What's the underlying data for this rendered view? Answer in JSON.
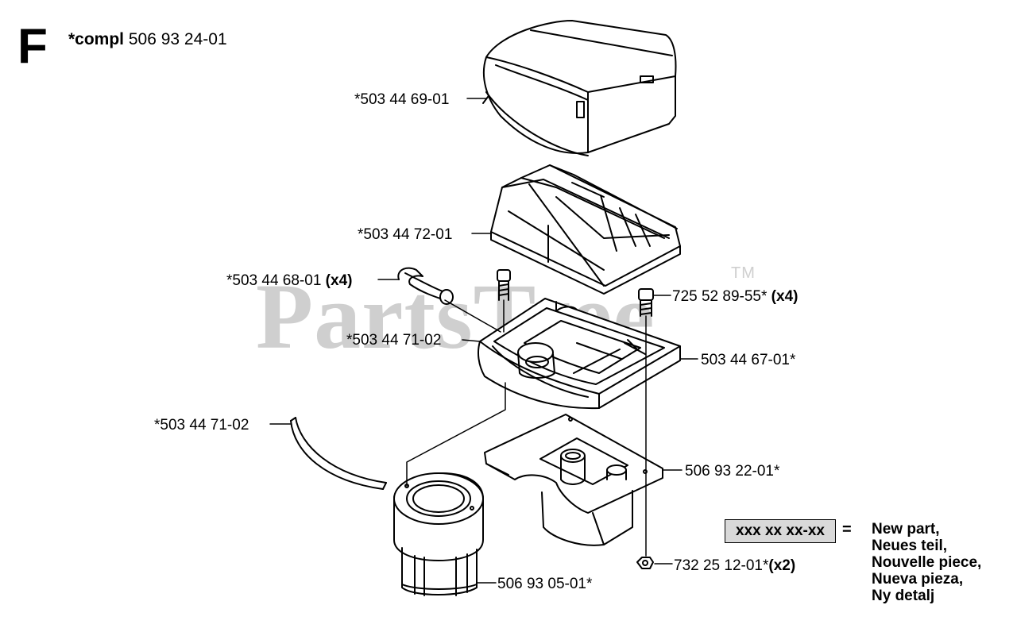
{
  "section": "F",
  "compl": {
    "prefix": "*compl",
    "number": "506 93 24-01"
  },
  "watermark": {
    "text": "PartsTree",
    "tm": "TM"
  },
  "labels": [
    {
      "id": "cover",
      "text": "*503 44 69-01",
      "qty": ""
    },
    {
      "id": "filter",
      "text": "*503 44 72-01",
      "qty": ""
    },
    {
      "id": "clip",
      "text": "*503 44 68-01 ",
      "qty": "(x4)"
    },
    {
      "id": "screw",
      "text": "725 52 89-55* ",
      "qty": "(x4)"
    },
    {
      "id": "seal-upper",
      "text": "*503 44 71-02",
      "qty": ""
    },
    {
      "id": "holder",
      "text": "503 44 67-01*",
      "qty": ""
    },
    {
      "id": "seal-lower",
      "text": "*503 44 71-02",
      "qty": ""
    },
    {
      "id": "plate",
      "text": "506 93 22-01*",
      "qty": ""
    },
    {
      "id": "nut",
      "text": "732 25 12-01*",
      "qty": "(x2)"
    },
    {
      "id": "element",
      "text": "506 93 05-01*",
      "qty": ""
    }
  ],
  "legend": {
    "box_text": "xxx xx xx-xx",
    "equals": "=",
    "lines": [
      "New part,",
      "Neues teil,",
      "Nouvelle piece,",
      "Nueva pieza,",
      "Ny detalj"
    ]
  }
}
